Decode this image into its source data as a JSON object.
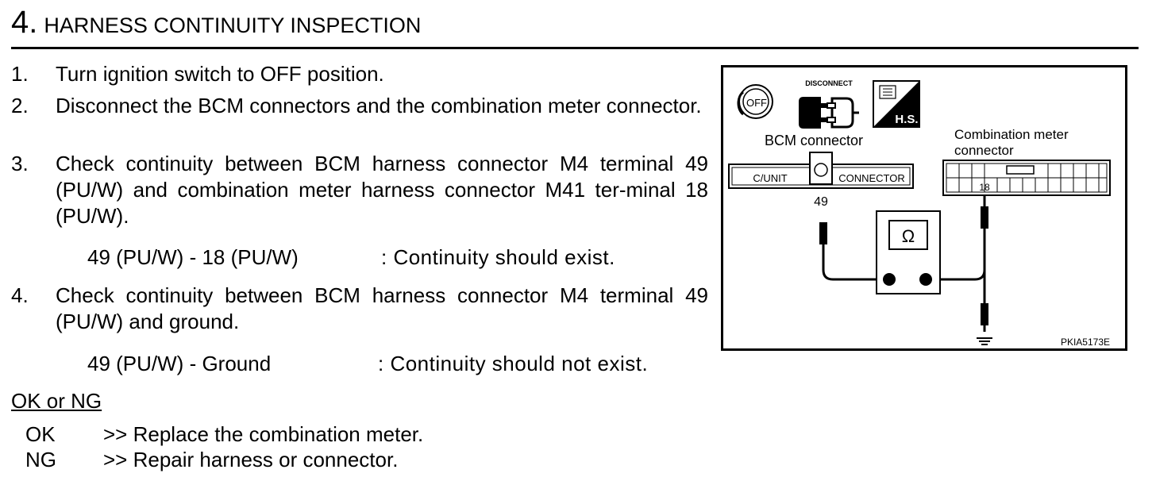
{
  "header": {
    "number": "4.",
    "title": "HARNESS CONTINUITY INSPECTION"
  },
  "steps": [
    {
      "num": "1.",
      "text": "Turn ignition switch to OFF position."
    },
    {
      "num": "2.",
      "text": "Disconnect the BCM connectors and the combination meter connector."
    },
    {
      "num": "3.",
      "text": "Check continuity between BCM harness connector M4 terminal 49 (PU/W) and combination meter harness connector M41 ter-minal 18 (PU/W)."
    },
    {
      "num": "4.",
      "text": "Check continuity between BCM harness connector M4 terminal 49 (PU/W) and ground."
    }
  ],
  "specs": [
    {
      "left": "49 (PU/W) - 18 (PU/W)",
      "right": ": Continuity should exist."
    },
    {
      "left": "49 (PU/W) - Ground",
      "right": ": Continuity should not exist."
    }
  ],
  "result": {
    "heading": "OK or NG",
    "items": [
      {
        "key": "OK",
        "value": ">> Replace the combination meter."
      },
      {
        "key": "NG",
        "value": ">> Repair harness or connector."
      }
    ]
  },
  "diagram": {
    "disconnect_label": "DISCONNECT",
    "off_label": "OFF",
    "hs_label": "H.S.",
    "bcm_label": "BCM connector",
    "meter_label_1": "Combination meter",
    "meter_label_2": "connector",
    "cunit": "C/UNIT",
    "connector": "CONNECTOR",
    "terminal_bcm": "49",
    "terminal_meter": "18",
    "ohm": "Ω",
    "code": "PKIA5173E"
  }
}
